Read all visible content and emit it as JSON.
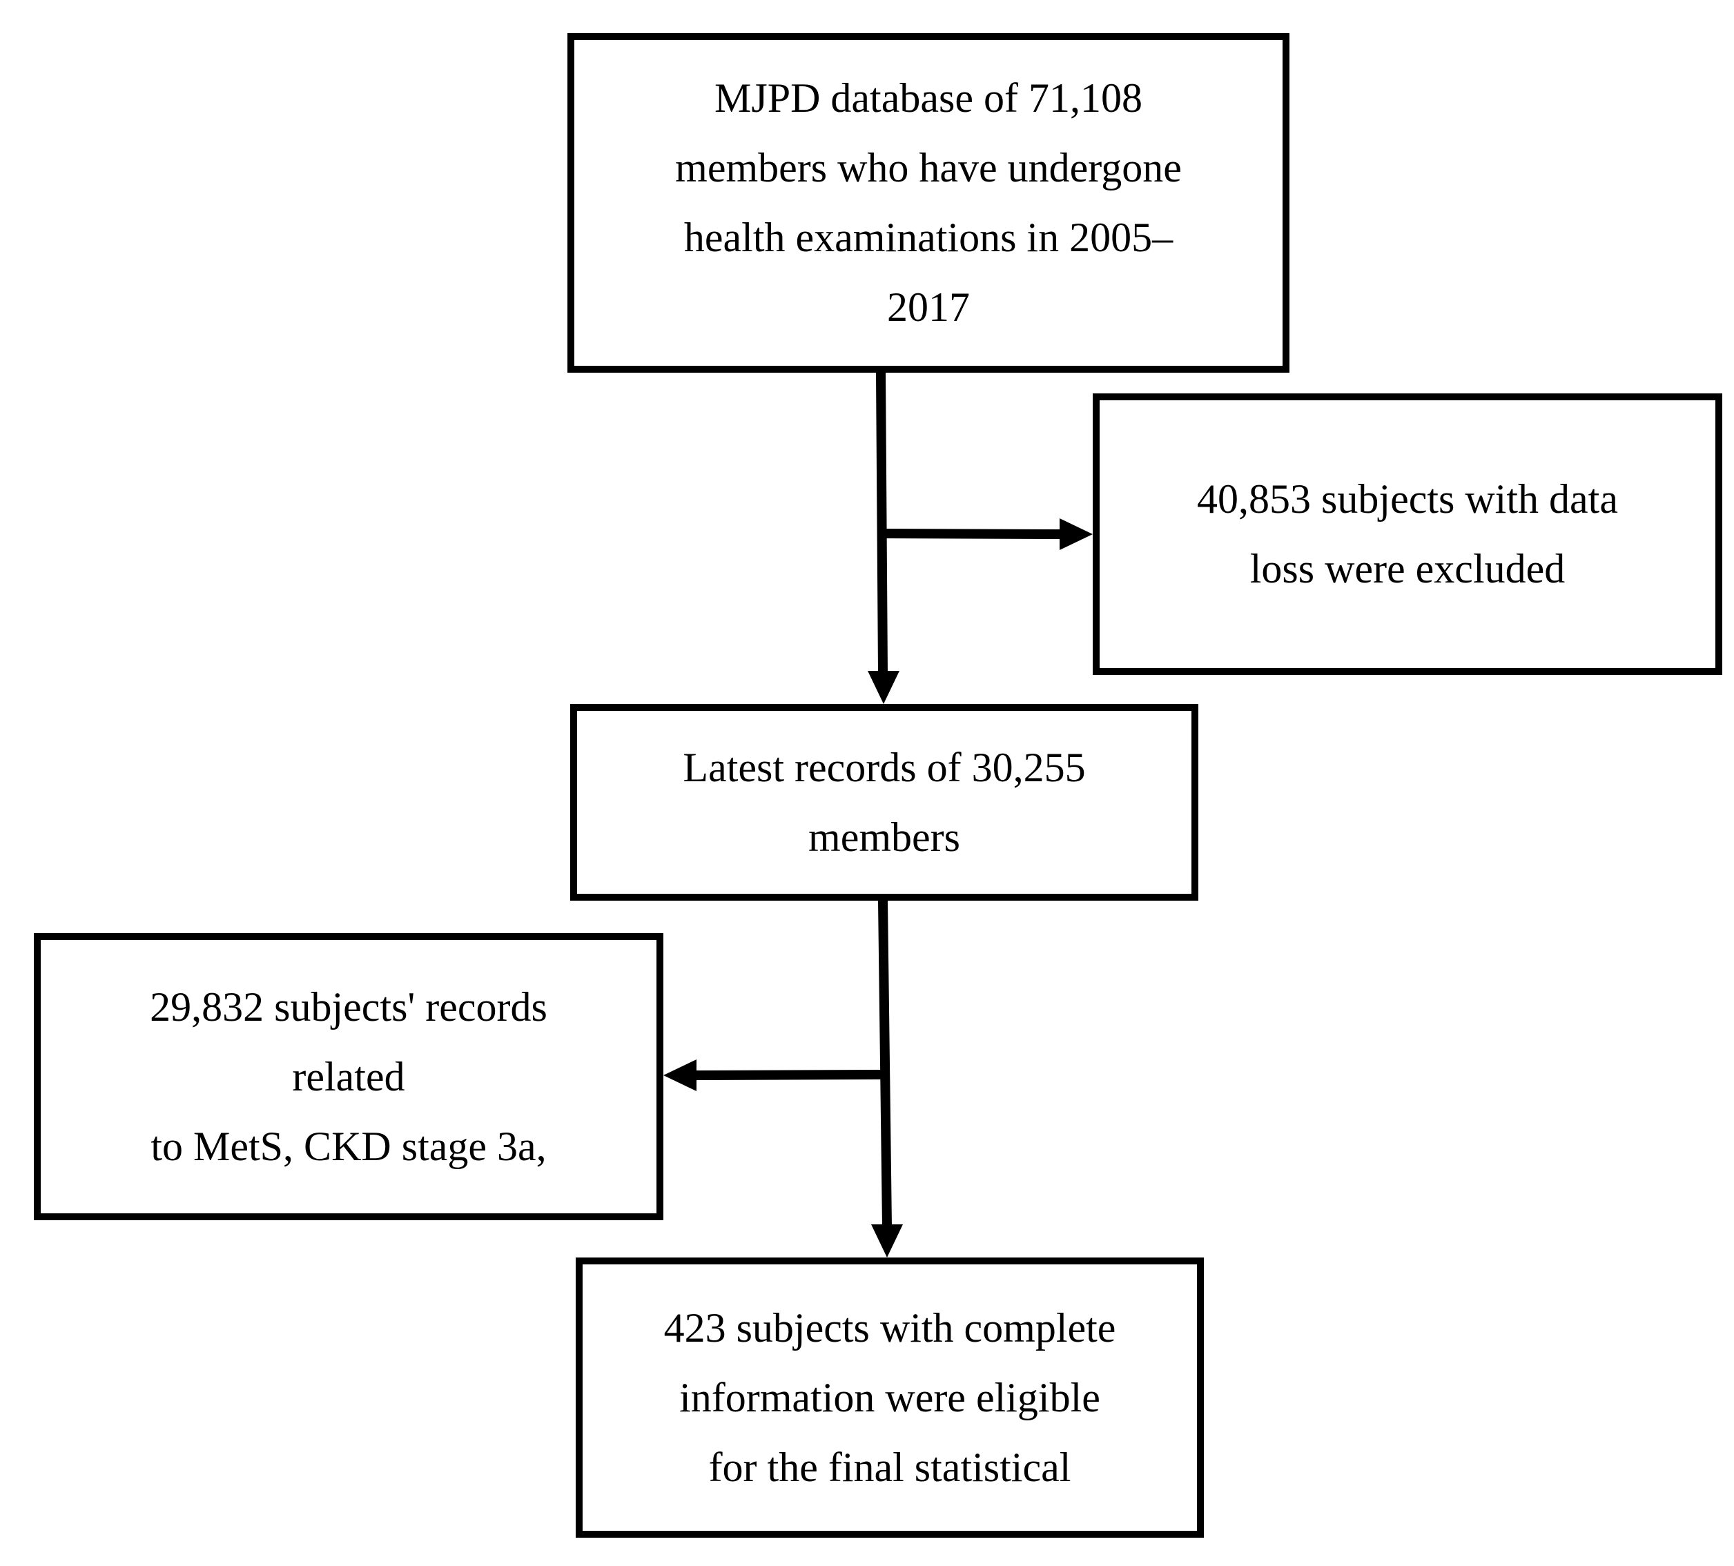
{
  "flowchart": {
    "boxes": {
      "database": {
        "lines": [
          "MJPD database of 71,108",
          "members who have undergone",
          "health examinations in 2005–",
          "2017"
        ]
      },
      "excluded": {
        "lines": [
          "40,853 subjects with data",
          "loss were excluded"
        ]
      },
      "latest": {
        "lines": [
          "Latest records of 30,255",
          "members"
        ]
      },
      "related": {
        "lines": [
          "29,832 subjects' records",
          "related",
          "to MetS, CKD stage 3a,"
        ]
      },
      "final": {
        "lines": [
          "423 subjects with complete",
          "information were eligible",
          "for the final statistical"
        ]
      }
    },
    "connector_color": "#000000",
    "box_border_color": "#000000",
    "background_color": "#ffffff"
  }
}
